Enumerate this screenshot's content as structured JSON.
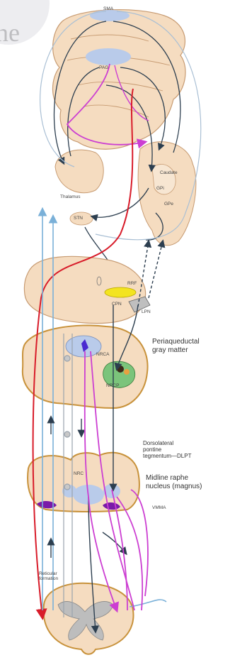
{
  "header_fragment": "ne",
  "labels": {
    "sma": "SMA",
    "pag_top": "PAG",
    "thalamus": "Thalamus",
    "caudate": "Caudate",
    "gpi": "GPi",
    "gpe": "GPe",
    "stn": "STN",
    "rrf": "RRF",
    "cpn": "CPN",
    "lpn": "LPN",
    "nrca": "NRCA",
    "nrcp": "NRCP",
    "nrc_lower": "NRC",
    "reticular": "Reticular formation",
    "periaqueductal": "Periaqueductal\ngray matter",
    "dorsolateral": "Dorsolateral\npontine\ntegmentum—DLPT",
    "midline": "Midline raphe\nnucleus (magnus)",
    "vmma": "VMMA"
  },
  "colors": {
    "tissue": "#f5dcc0",
    "tissue_outline": "#c79b72",
    "spinal_outline": "#c8923b",
    "nucleus_blue": "#b9cbea",
    "nucleus_yellow": "#f3e420",
    "nucleus_green": "#7bc47b",
    "pathway_red": "#d81c2a",
    "pathway_magenta": "#cc3fd2",
    "pathway_blue": "#7ab0d8",
    "pathway_dark": "#2c3e4f",
    "purple_region": "#7a1aa8"
  }
}
